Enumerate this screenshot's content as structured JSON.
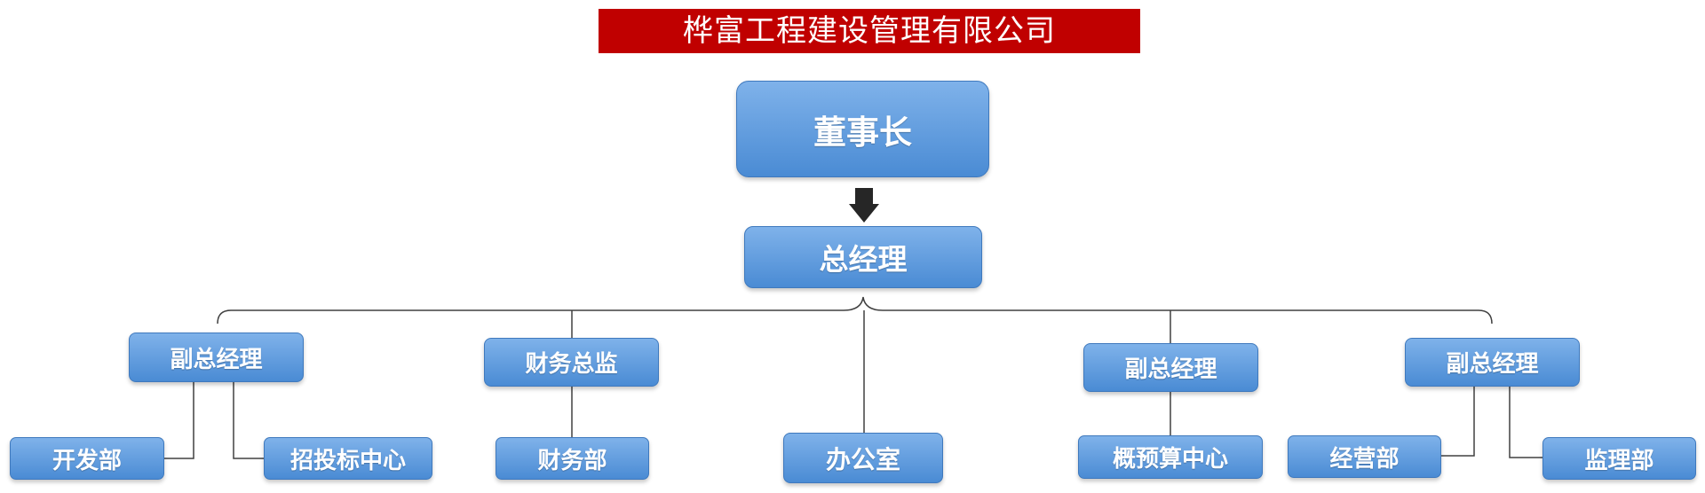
{
  "title": "桦富工程建设管理有限公司",
  "chairman": "董事长",
  "general_manager": "总经理",
  "branches": [
    {
      "label": "副总经理",
      "children": [
        "开发部",
        "招投标中心"
      ]
    },
    {
      "label": "财务总监",
      "children": [
        "财务部"
      ]
    },
    {
      "label": "办公室",
      "children": []
    },
    {
      "label": "副总经理",
      "children": [
        "概预算中心"
      ]
    },
    {
      "label": "副总经理",
      "children": [
        "经营部",
        "监理部"
      ]
    }
  ]
}
